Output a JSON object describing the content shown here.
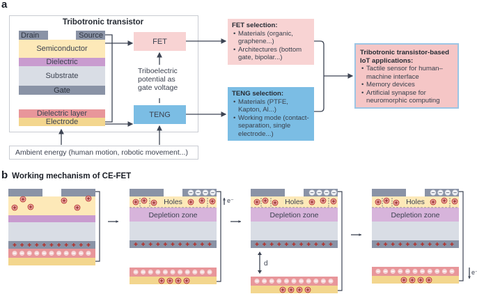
{
  "panel_a": {
    "letter": "a",
    "frame_title": "Tribotronic transistor",
    "layers": {
      "drain": "Drain",
      "source": "Source",
      "semiconductor": "Semiconductor",
      "dielectric": "Dielectric",
      "substrate": "Substrate",
      "gate": "Gate",
      "dielectric_layer": "Dielectric layer",
      "electrode": "Electrode"
    },
    "fet_box": "FET",
    "teng_box": "TENG",
    "tribo_label": [
      "Triboelectric",
      "potential as",
      "gate voltage"
    ],
    "ambient": "Ambient energy (human motion, robotic movement...)",
    "fet_selection": {
      "title": "FET selection:",
      "items": [
        "Materials (organic, graphene...)",
        "Architectures (bottom gate, bipolar...)"
      ]
    },
    "teng_selection": {
      "title": "TENG selection:",
      "items": [
        "Materials (PTFE, Kapton, Al...)",
        "Working mode (contact-separation, single electrode...)"
      ]
    },
    "applications": {
      "title": "Tribotronic transistor-based IoT applications:",
      "items": [
        "Tactile sensor for human–machine interface",
        "Memory devices",
        "Artificial synapse for neuromorphic computing"
      ]
    }
  },
  "panel_b": {
    "letter": "b",
    "title": "Working mechanism of CE-FET",
    "holes_label": "Holes",
    "depletion_label": "Depletion zone",
    "electron_label": "e⁻",
    "distance_label": "d"
  },
  "colors": {
    "electrode_gray": "#8a93a6",
    "semiconductor": "#fde9b8",
    "dielectric": "#c99bcf",
    "substrate": "#d9dde5",
    "dielectric_layer": "#e8969a",
    "electrode_bottom": "#f3d68e",
    "fet_pink": "#f8d3d3",
    "teng_blue": "#7bbde4",
    "app_border": "#9cc5e4",
    "line": "#3d4453",
    "charge_plus": "#b3302a"
  }
}
